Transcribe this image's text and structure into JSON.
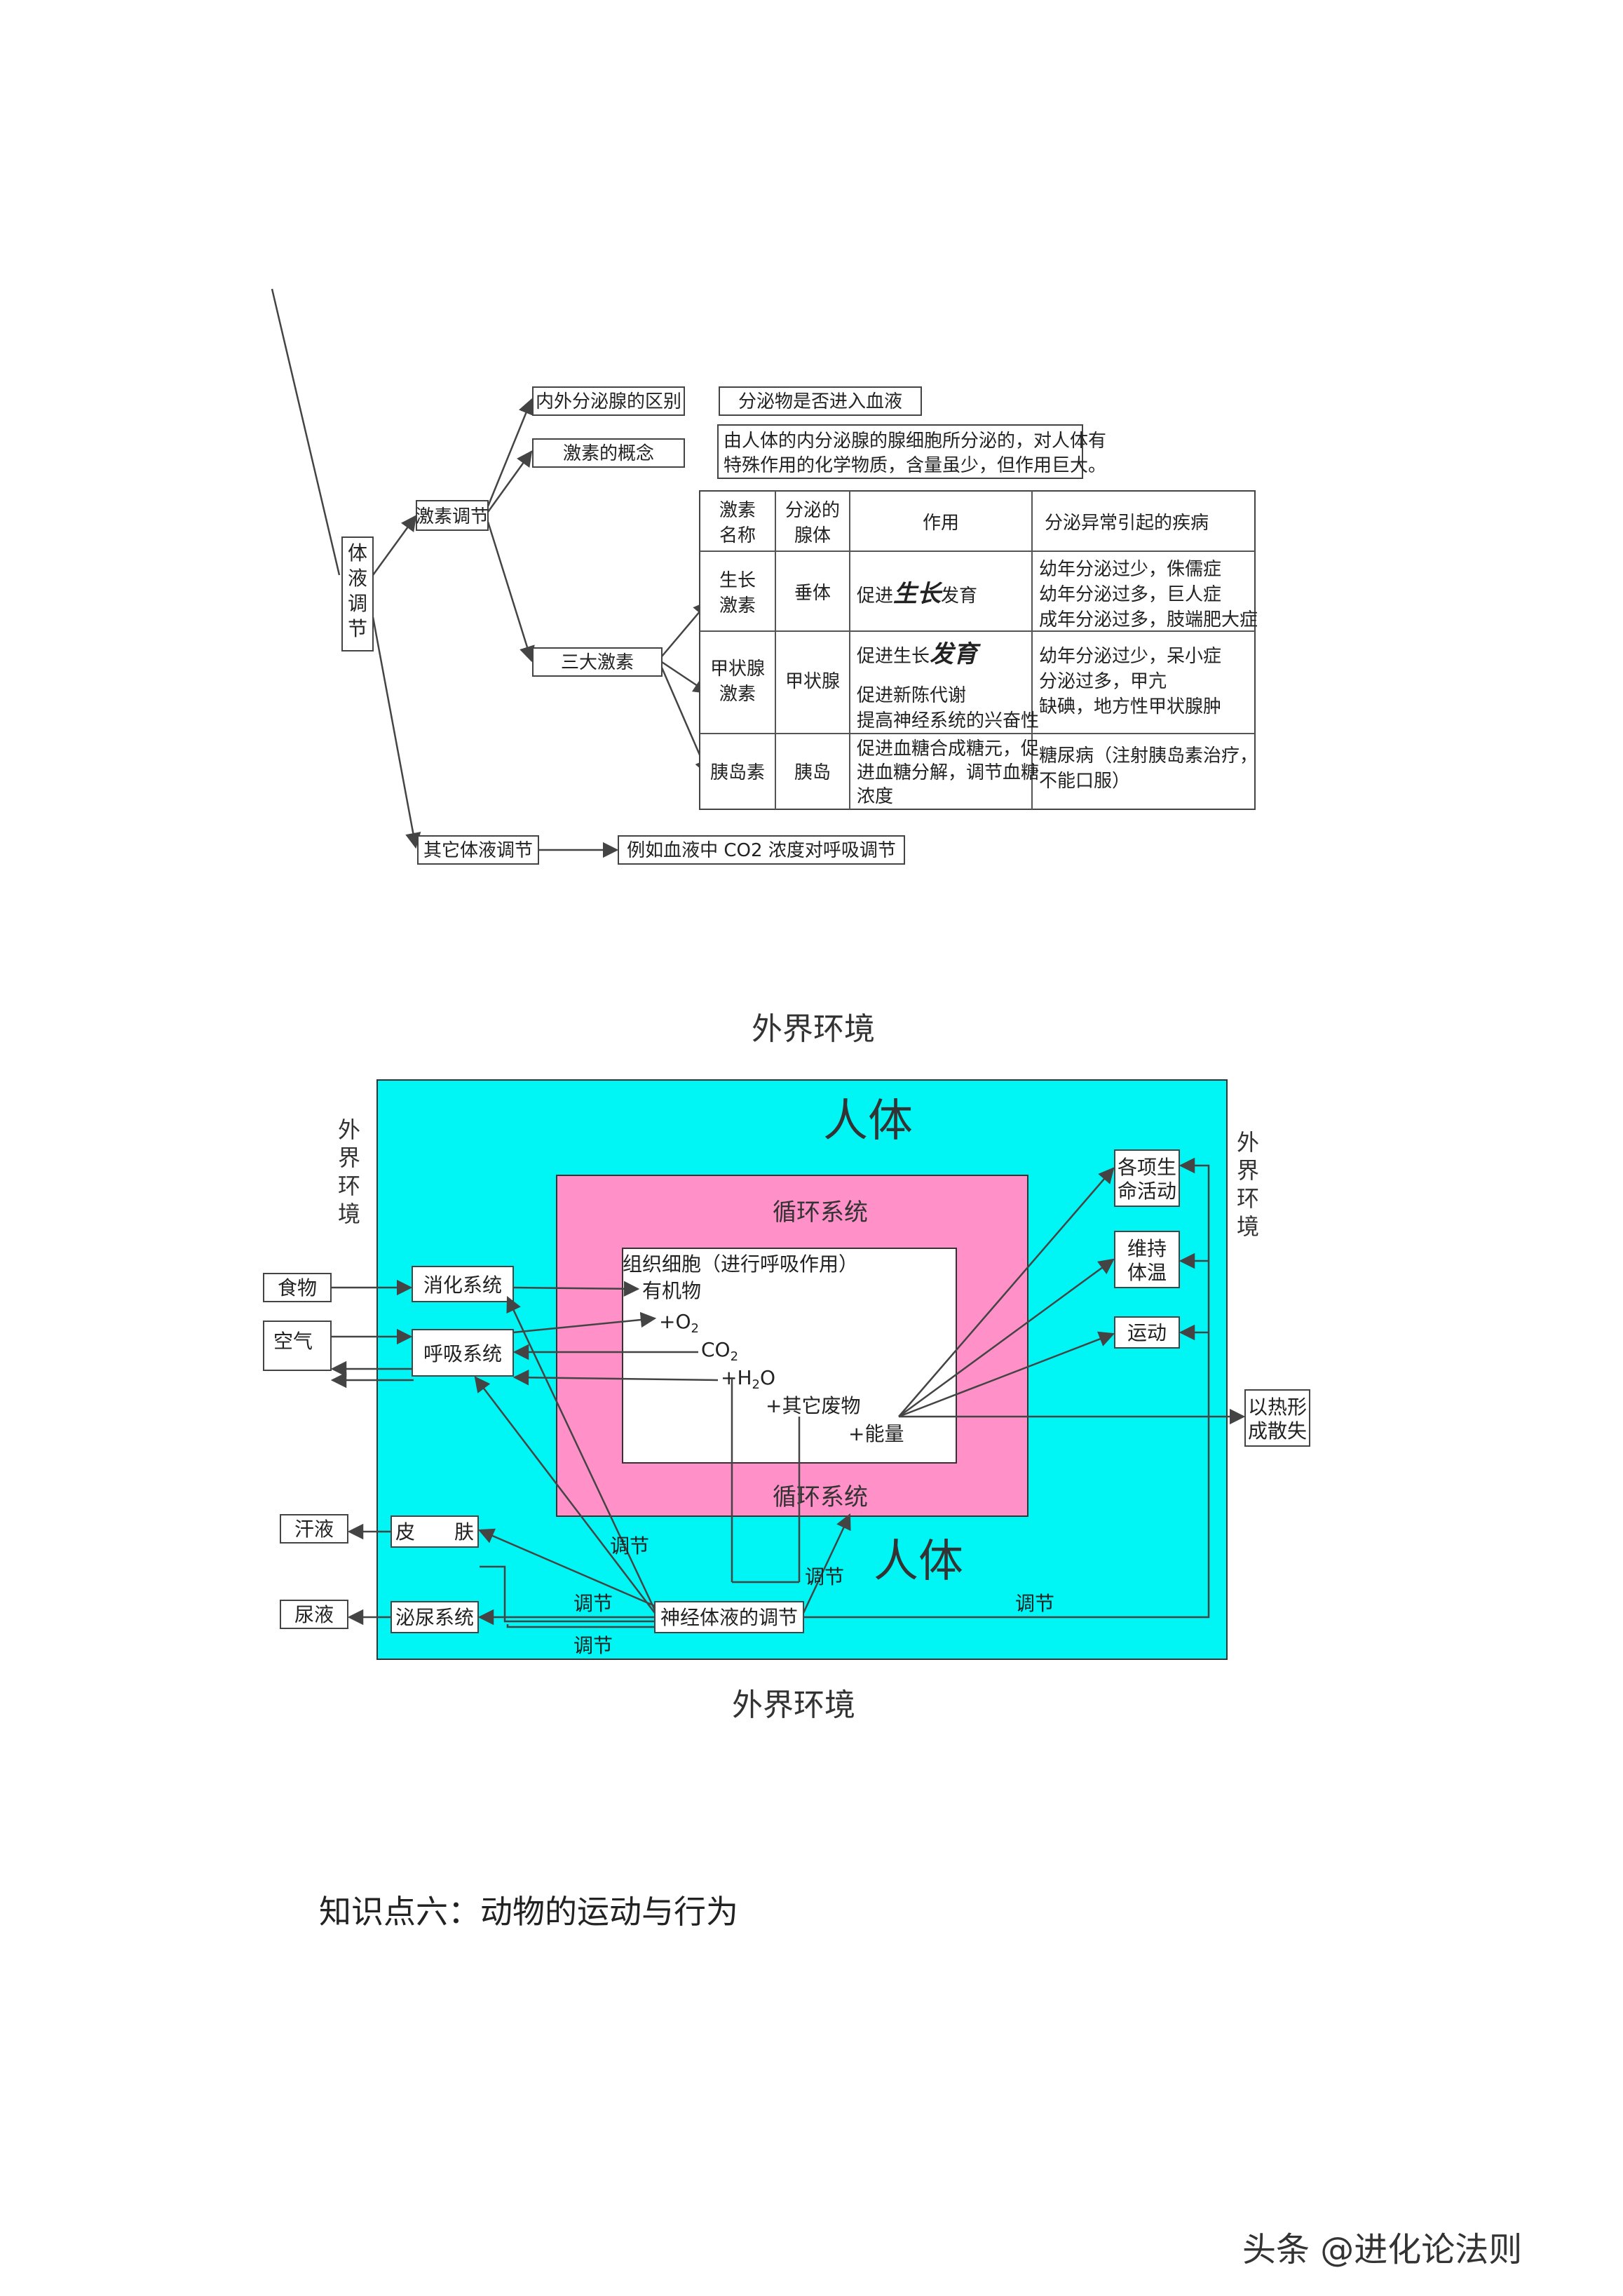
{
  "hormone": {
    "root": [
      "体",
      "液",
      "调",
      "节"
    ],
    "branch1": "激素调节",
    "branch2": "其它体液调节",
    "diff_label": "内外分泌腺的区别",
    "diff_value": "分泌物是否进入血液",
    "concept_label": "激素的概念",
    "concept_lines": [
      "由人体的内分泌腺的腺细胞所分泌的，对人体有",
      "特殊作用的化学物质，含量虽少，但作用巨大。"
    ],
    "three_label": "三大激素",
    "other_value": "例如血液中 CO2 浓度对呼吸调节",
    "table": {
      "headers": [
        [
          "激素",
          "名称"
        ],
        [
          "分泌的",
          "腺体"
        ],
        [
          "作用"
        ],
        [
          "分泌异常引起的疾病"
        ]
      ],
      "rows": [
        {
          "name": [
            "生长",
            "激素"
          ],
          "gland": "垂体",
          "effect_pre": "促进",
          "effect_bold": "生长",
          "effect_post": "发育",
          "effect_lines": [],
          "disease": [
            "幼年分泌过少，侏儒症",
            "幼年分泌过多，巨人症",
            "成年分泌过多，肢端肥大症"
          ]
        },
        {
          "name": [
            "甲状腺",
            "激素"
          ],
          "gland": "甲状腺",
          "effect_pre": "促进生长",
          "effect_bold": "发育",
          "effect_post": "",
          "effect_lines": [
            "促进新陈代谢",
            "提高神经系统的兴奋性"
          ],
          "disease": [
            "幼年分泌过少，呆小症",
            "分泌过多，甲亢",
            "缺碘，地方性甲状腺肿"
          ]
        },
        {
          "name": [
            "胰岛素"
          ],
          "gland": "胰岛",
          "effect_pre": "",
          "effect_bold": "",
          "effect_post": "",
          "effect_lines": [
            "促进血糖合成糖元，促",
            "进血糖分解，调节血糖",
            "浓度"
          ],
          "disease": [
            "糖尿病（注射胰岛素治疗，",
            "不能口服）"
          ]
        }
      ]
    }
  },
  "body": {
    "env_top": "外界环境",
    "env_bottom": "外界环境",
    "env_left": [
      "外",
      "界",
      "环",
      "境"
    ],
    "env_right": [
      "外",
      "界",
      "环",
      "境"
    ],
    "human_top": "人体",
    "human_bottom": "人体",
    "circ_top": "循环系统",
    "circ_bottom": "循环系统",
    "tissue": "组织细胞（进行呼吸作用）",
    "organic": "有机物",
    "o2": "+O",
    "o2_sub": "2",
    "co2": "CO",
    "co2_sub": "2",
    "h2o_pre": "+H",
    "h2o_sub": "2",
    "h2o_post": "O",
    "waste": "+其它废物",
    "energy": "+能量",
    "food": "食物",
    "air": "空气",
    "digest": "消化系统",
    "breath": "呼吸系统",
    "sweat": "汗液",
    "urine": "尿液",
    "skin": "皮　　肤",
    "urinary": "泌尿系统",
    "neuro": "神经体液的调节",
    "activity": [
      "各项生",
      "命活动"
    ],
    "temp": [
      "维持",
      "体温"
    ],
    "move": "运动",
    "heat": [
      "以热形",
      "成散失"
    ],
    "reg": "调节"
  },
  "section_title": "知识点六：动物的运动与行为",
  "watermark": "头条 @进化论法则",
  "colors": {
    "cyan": "#00F5F5",
    "pink": "#FF90C8"
  }
}
